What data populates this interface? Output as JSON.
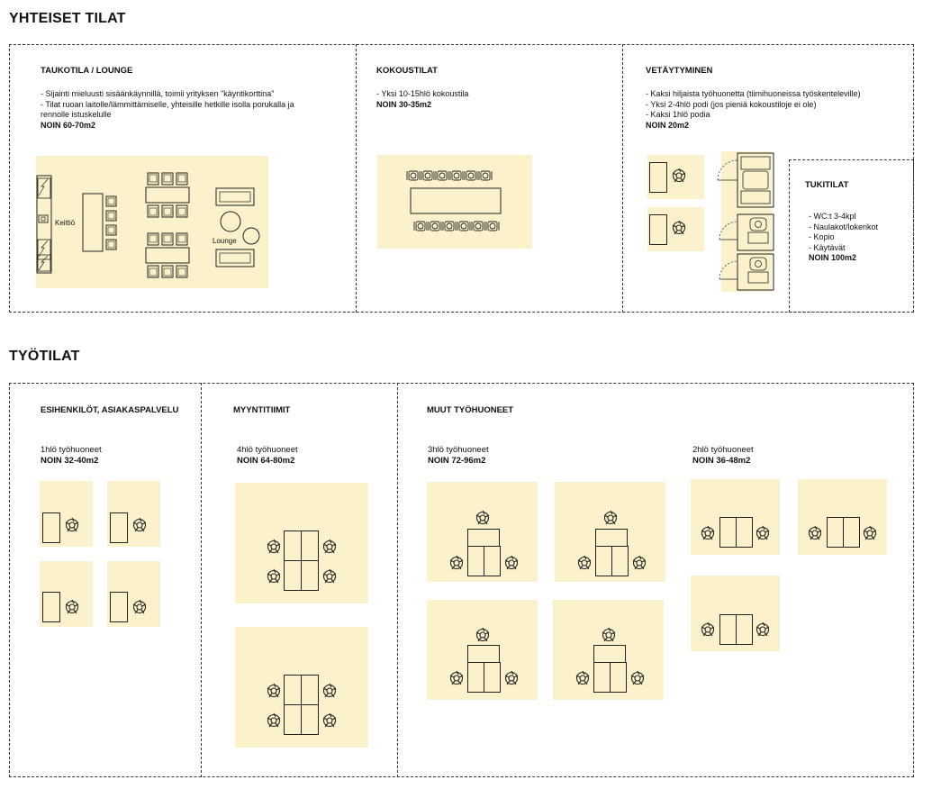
{
  "sections": {
    "shared": {
      "heading": "YHTEISET TILAT",
      "lounge": {
        "title": "TAUKOTILA / LOUNGE",
        "lines": [
          "- Sijainti mieluusti sisäänkäynnillä, toimii yrityksen \"käyntikorttina\"",
          "- Tilat ruoan laitolle/lämmittämiselle, yhteisille hetkille isolla porukalla ja",
          "rennolle istuskelulle"
        ],
        "area": "NOIN 60-70m2",
        "kitchen_label": "Keittiö",
        "lounge_label": "Lounge"
      },
      "meeting": {
        "title": "KOKOUSTILAT",
        "lines": [
          "- Yksi 10-15hlö kokoustila"
        ],
        "area": "NOIN 30-35m2"
      },
      "retreat": {
        "title": "VETÄYTYMINEN",
        "lines": [
          "- Kaksi hiljaista työhuonetta (tiimihuoneissa työskenteleville)",
          "- Yksi 2-4hlö podi (jos pieniä kokoustiloje ei ole)",
          "- Kaksi 1hlö podia"
        ],
        "area": "NOIN 20m2"
      },
      "support": {
        "title": "TUKITILAT",
        "lines": [
          "- WC:t 3-4kpl",
          "- Naulakot/lokerikot",
          "- Kopio",
          "- Käytävät"
        ],
        "area": "NOIN 100m2"
      }
    },
    "work": {
      "heading": "TYÖTILAT",
      "supervisors": {
        "title": "ESIHENKILÖT, ASIAKASPALVELU",
        "sub": "1hlö työhuoneet",
        "area": "NOIN 32-40m2"
      },
      "sales": {
        "title": "MYYNTITIIMIT",
        "sub": "4hlö työhuoneet",
        "area": "NOIN 64-80m2"
      },
      "other": {
        "title": "MUUT TYÖHUONEET",
        "three": {
          "sub": "3hlö työhuoneet",
          "area": "NOIN 72-96m2"
        },
        "two": {
          "sub": "2hlö työhuoneet",
          "area": "NOIN 36-48m2"
        }
      }
    }
  },
  "colors": {
    "room_fill": "#fbf2cc",
    "line": "#222222"
  }
}
